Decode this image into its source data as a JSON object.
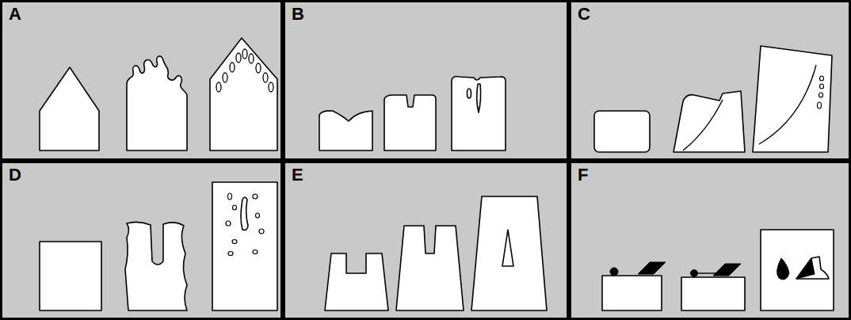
{
  "diagram": {
    "nodes": [
      {
        "text": [
          "A"
        ]
      },
      {
        "text": [
          "B"
        ]
      },
      {
        "text": [
          "C"
        ]
      },
      {
        "text": [
          "D"
        ]
      },
      {
        "text": [
          "E"
        ]
      },
      {
        "text": [
          "F"
        ]
      }
    ]
  }
}
